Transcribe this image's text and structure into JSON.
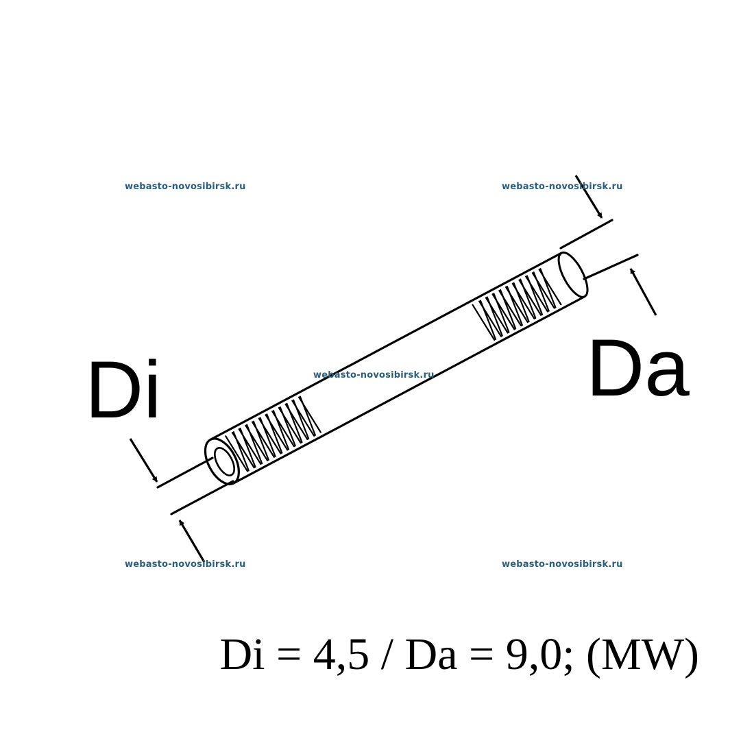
{
  "watermark": {
    "text": "webasto-novosibirsk.ru",
    "color": "#2a5f7f"
  },
  "labels": {
    "inner_diameter": "Di",
    "outer_diameter": "Da"
  },
  "spec": {
    "text": "Di = 4,5 / Da = 9,0; (MW)"
  },
  "colors": {
    "line": "#000000",
    "background": "#ffffff"
  }
}
